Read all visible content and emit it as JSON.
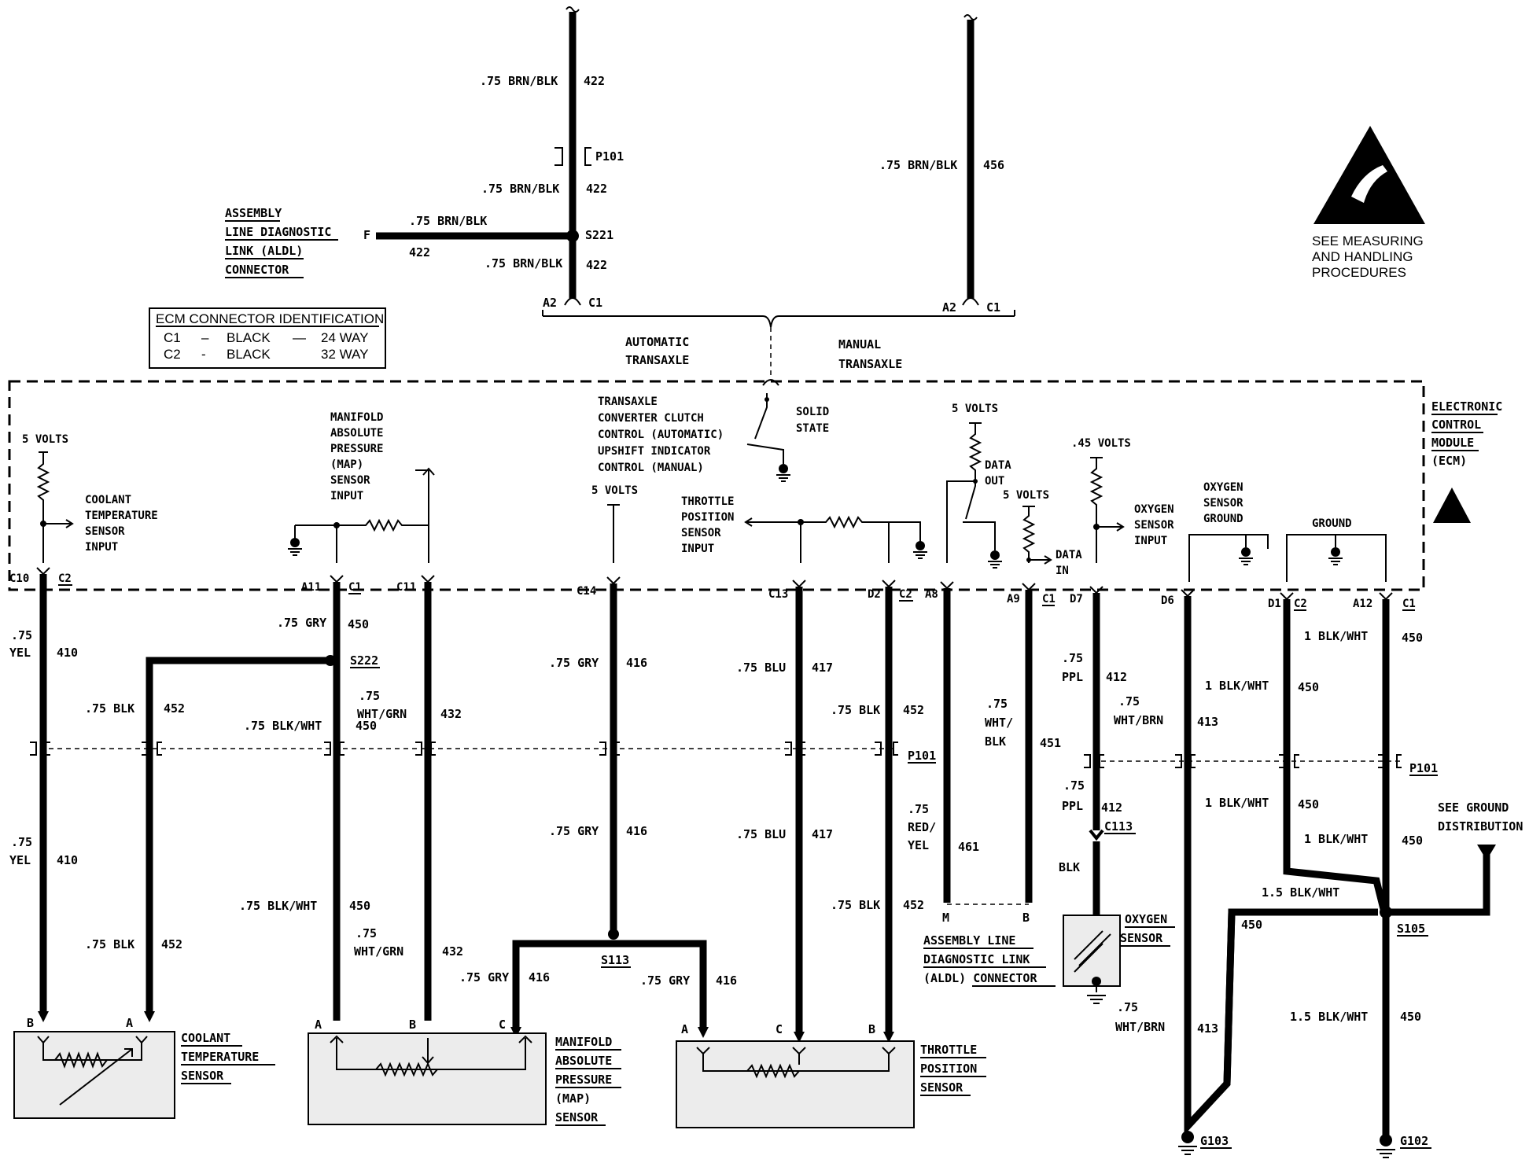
{
  "connector_table": {
    "title": "ECM CONNECTOR IDENTIFICATION",
    "rows": [
      {
        "c": "C1",
        "dash": "–",
        "color": "BLACK",
        "dash2": "—",
        "way": "24 WAY"
      },
      {
        "c": "C2",
        "dash": "-",
        "color": "BLACK",
        "dash2": "",
        "way": "32 WAY"
      }
    ]
  },
  "esd": {
    "text": [
      "SEE MEASURING",
      "AND HANDLING",
      "PROCEDURES"
    ]
  },
  "ecm": {
    "title": [
      "ELECTRONIC",
      "CONTROL",
      "MODULE",
      "(ECM)"
    ]
  },
  "transaxle": {
    "automatic": [
      "AUTOMATIC",
      "TRANSAXLE"
    ],
    "manual": [
      "MANUAL",
      "TRANSAXLE"
    ]
  },
  "aldl_top": {
    "label": [
      "ASSEMBLY",
      "LINE DIAGNOSTIC",
      "LINK (ALDL)",
      "CONNECTOR"
    ],
    "pin": "F",
    "wire_top": ".75 BRN/BLK",
    "circuit": "422"
  },
  "top_wires": {
    "w1_a": ".75 BRN/BLK",
    "w1_a_num": "422",
    "p101": "P101",
    "w1_b": ".75 BRN/BLK",
    "w1_b_num": "422",
    "splice": "S221",
    "w1_c": ".75 BRN/BLK",
    "w1_c_num": "422",
    "w2": ".75 BRN/BLK",
    "w2_num": "456",
    "a2_left": "A2",
    "c1_left": "C1",
    "a2_right": "A2",
    "c1_right": "C1"
  },
  "ecm_inside": {
    "five_volts_1": "5 VOLTS",
    "coolant_input": [
      "COOLANT",
      "TEMPERATURE",
      "SENSOR",
      "INPUT"
    ],
    "map_input": [
      "MANIFOLD",
      "ABSOLUTE",
      "PRESSURE",
      "(MAP)",
      "SENSOR",
      "INPUT"
    ],
    "tcc": [
      "TRANSAXLE",
      "CONVERTER CLUTCH",
      "CONTROL (AUTOMATIC)",
      "UPSHIFT INDICATOR",
      "CONTROL (MANUAL)"
    ],
    "solid_state": [
      "SOLID",
      "STATE"
    ],
    "five_volts_2": "5 VOLTS",
    "tps_input": [
      "THROTTLE",
      "POSITION",
      "SENSOR",
      "INPUT"
    ],
    "five_volts_3": "5 VOLTS",
    "data_out": [
      "DATA",
      "OUT"
    ],
    "five_volts_4": "5 VOLTS",
    "data_in": [
      "DATA",
      "IN"
    ],
    "volts_45": ".45 VOLTS",
    "o2_input": [
      "OXYGEN",
      "SENSOR",
      "INPUT"
    ],
    "o2_ground": [
      "OXYGEN",
      "SENSOR",
      "GROUND"
    ],
    "ground": "GROUND"
  },
  "pins": {
    "c10": "C10",
    "c2a": "C2",
    "a11": "A11",
    "c1a": "C1",
    "c11": "C11",
    "c14": "C14",
    "c13": "C13",
    "d2": "D2",
    "c2b": "C2",
    "a8": "A8",
    "a9": "A9",
    "c1b": "C1",
    "d7": "D7",
    "d6": "D6",
    "d1": "D1",
    "c2c": "C2",
    "a12": "A12",
    "c1c": "C1"
  },
  "wires": {
    "w410_a": ".75",
    "w410_a2": "YEL",
    "w410_n": "410",
    "w452_a": ".75 BLK",
    "w452_n": "452",
    "w450_a": ".75 GRY",
    "w450_n": "450",
    "s222": "S222",
    "w450_b": ".75 BLK/WHT",
    "w450_b_n": "450",
    "w432_a": ".75",
    "w432_a2": "WHT/GRN",
    "w432_n": "432",
    "w416_a": ".75  GRY",
    "w416_n": "416",
    "w417_a": ".75 BLU",
    "w417_n": "417",
    "w452b_a": ".75 BLK",
    "w452b_n": "452",
    "p101": "P101",
    "w451_a": ".75",
    "w451_a2": "WHT/",
    "w451_a3": "BLK",
    "w451_n": "451",
    "w412_a": ".75",
    "w412_a2": "PPL",
    "w412_n": "412",
    "w413_a": ".75",
    "w413_a2": "WHT/BRN",
    "w413_n": "413",
    "w450c_a": "1 BLK/WHT",
    "w450c_n": "450",
    "w450d_a": "1  BLK/WHT",
    "w450d_n": "450",
    "p101b": "P101",
    "w410_b": ".75",
    "w410_b2": "YEL",
    "w410_bn": "410",
    "w452_b": ".75 BLK",
    "w452_bn": "452",
    "w450_c": ".75  BLK/WHT",
    "w450_cn": "450",
    "w432_b": ".75",
    "w432_b2": "WHT/GRN",
    "w432_bn": "432",
    "w416_b": ".75 GRY",
    "w416_bn": "416",
    "w417_b": ".75 BLU",
    "w417_bn": "417",
    "w452c_b": ".75 BLK",
    "w452c_bn": "452",
    "w461_a": ".75",
    "w461_a2": "RED/",
    "w461_a3": "YEL",
    "w461_n": "461",
    "w412_b": ".75",
    "w412_b2": "PPL",
    "w412_bn": "412",
    "c113": "C113",
    "blk": "BLK",
    "w450e_a": "1 BLK/WHT",
    "w450e_n": "450",
    "w450f_a": "1 BLK/WHT",
    "w450f_n": "450",
    "see_ground": [
      "SEE GROUND",
      "DISTRIBUTION"
    ],
    "w450g_a": "1.5 BLK/WHT",
    "w450g_n": "450",
    "s105": "S105",
    "s113": "S113",
    "w416_c": ".75 GRY",
    "w416_cn": "416",
    "w416_d": ".75 GRY",
    "w416_dn": "416",
    "w413_b": ".75",
    "w413_b2": "WHT/BRN",
    "w413_bn": "413",
    "w450h_a": "1.5 BLK/WHT",
    "w450h_n": "450",
    "g103": "G103",
    "g102": "G102"
  },
  "sensors": {
    "coolant": [
      "COOLANT",
      "TEMPERATURE",
      "SENSOR"
    ],
    "coolant_b": "B",
    "coolant_a": "A",
    "map": [
      "MANIFOLD",
      "ABSOLUTE",
      "PRESSURE",
      "(MAP)",
      "SENSOR"
    ],
    "map_a": "A",
    "map_b": "B",
    "map_c": "C",
    "tps": [
      "THROTTLE",
      "POSITION",
      "SENSOR"
    ],
    "tps_a": "A",
    "tps_c": "C",
    "tps_b": "B",
    "aldl_bottom": [
      "ASSEMBLY LINE",
      "DIAGNOSTIC LINK",
      "(ALDL) CONNECTOR"
    ],
    "aldl_m": "M",
    "aldl_b": "B",
    "oxygen": [
      "OXYGEN",
      "SENSOR"
    ]
  }
}
